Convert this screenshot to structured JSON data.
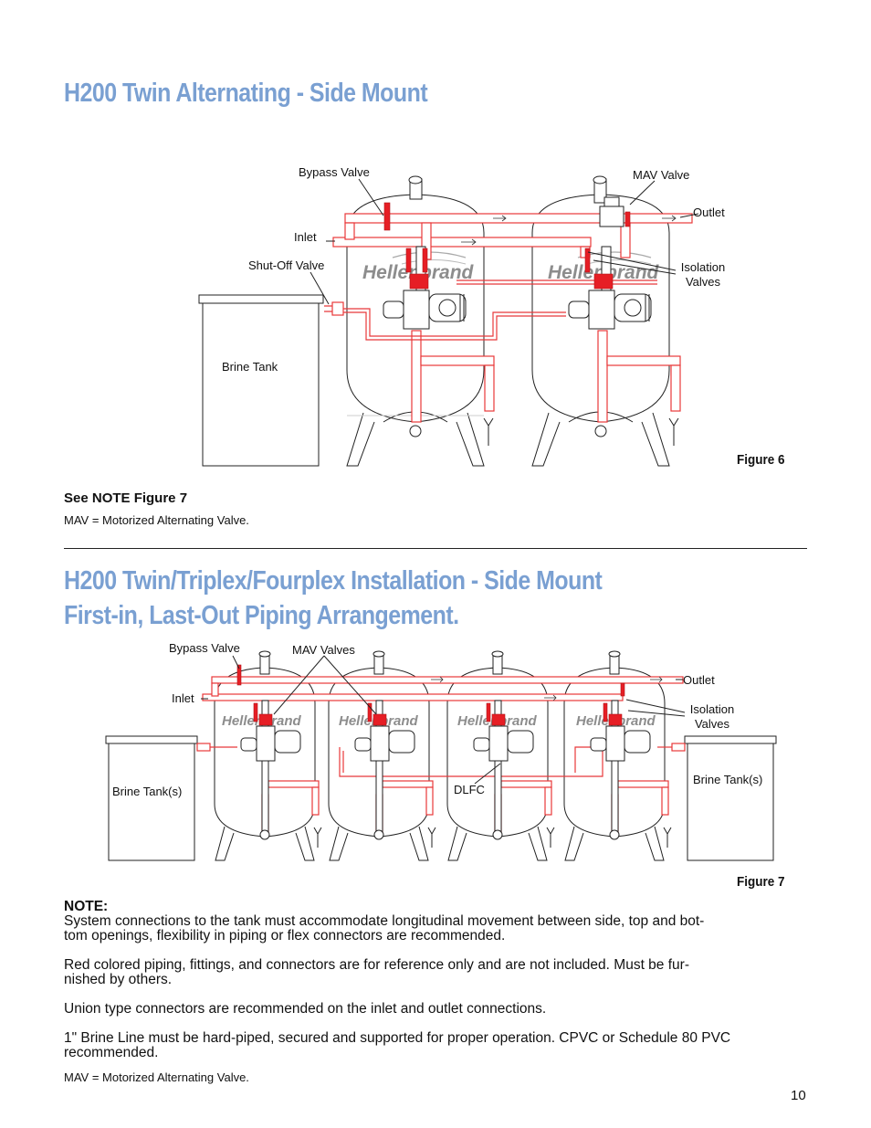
{
  "section1": {
    "title": "H200 Twin Alternating - Side Mount",
    "labels": {
      "bypass_valve": "Bypass Valve",
      "mav_valve": "MAV Valve",
      "outlet": "Outlet",
      "inlet": "Inlet",
      "shutoff_valve": "Shut-Off Valve",
      "isolation_line1": "Isolation",
      "isolation_line2": "Valves",
      "brine_tank": "Brine Tank"
    },
    "figure_label": "Figure 6",
    "see_note": "See NOTE Figure 7",
    "mav_note": "MAV = Motorized Alternating Valve."
  },
  "section2": {
    "title_line1": "H200 Twin/Triplex/Fourplex Installation - Side Mount",
    "title_line2": "First-in, Last-Out Piping Arrangement.",
    "labels": {
      "bypass_valve": "Bypass Valve",
      "mav_valves": "MAV Valves",
      "inlet": "Inlet",
      "outlet": "Outlet",
      "isolation_line1": "Isolation",
      "isolation_line2": "Valves",
      "brine_tanks_left": "Brine Tank(s)",
      "brine_tanks_right": "Brine Tank(s)",
      "dlfc": "DLFC"
    },
    "figure_label": "Figure 7"
  },
  "brand_name": "Hellenbrand",
  "notes": {
    "heading": "NOTE:",
    "paragraphs": [
      [
        "System connections to the tank must accommodate longitudinal movement between side, top and bot-",
        "tom openings, flexibility in piping or flex connectors are recommended."
      ],
      [
        "Red colored piping, fittings, and connectors are for reference only and are not included.  Must be fur-",
        "nished by others."
      ],
      [
        "Union type connectors are recommended on the inlet and outlet connections."
      ],
      [
        "1\" Brine Line must be hard-piped, secured and supported for proper operation.  CPVC or Schedule 80 PVC",
        "recommended."
      ]
    ],
    "mav_note": "MAV = Motorized Alternating Valve."
  },
  "page_number": "10",
  "colors": {
    "title_blue": "#7aa0d2",
    "pipe_red": "#e8383a",
    "valve_red": "#e61e25"
  }
}
